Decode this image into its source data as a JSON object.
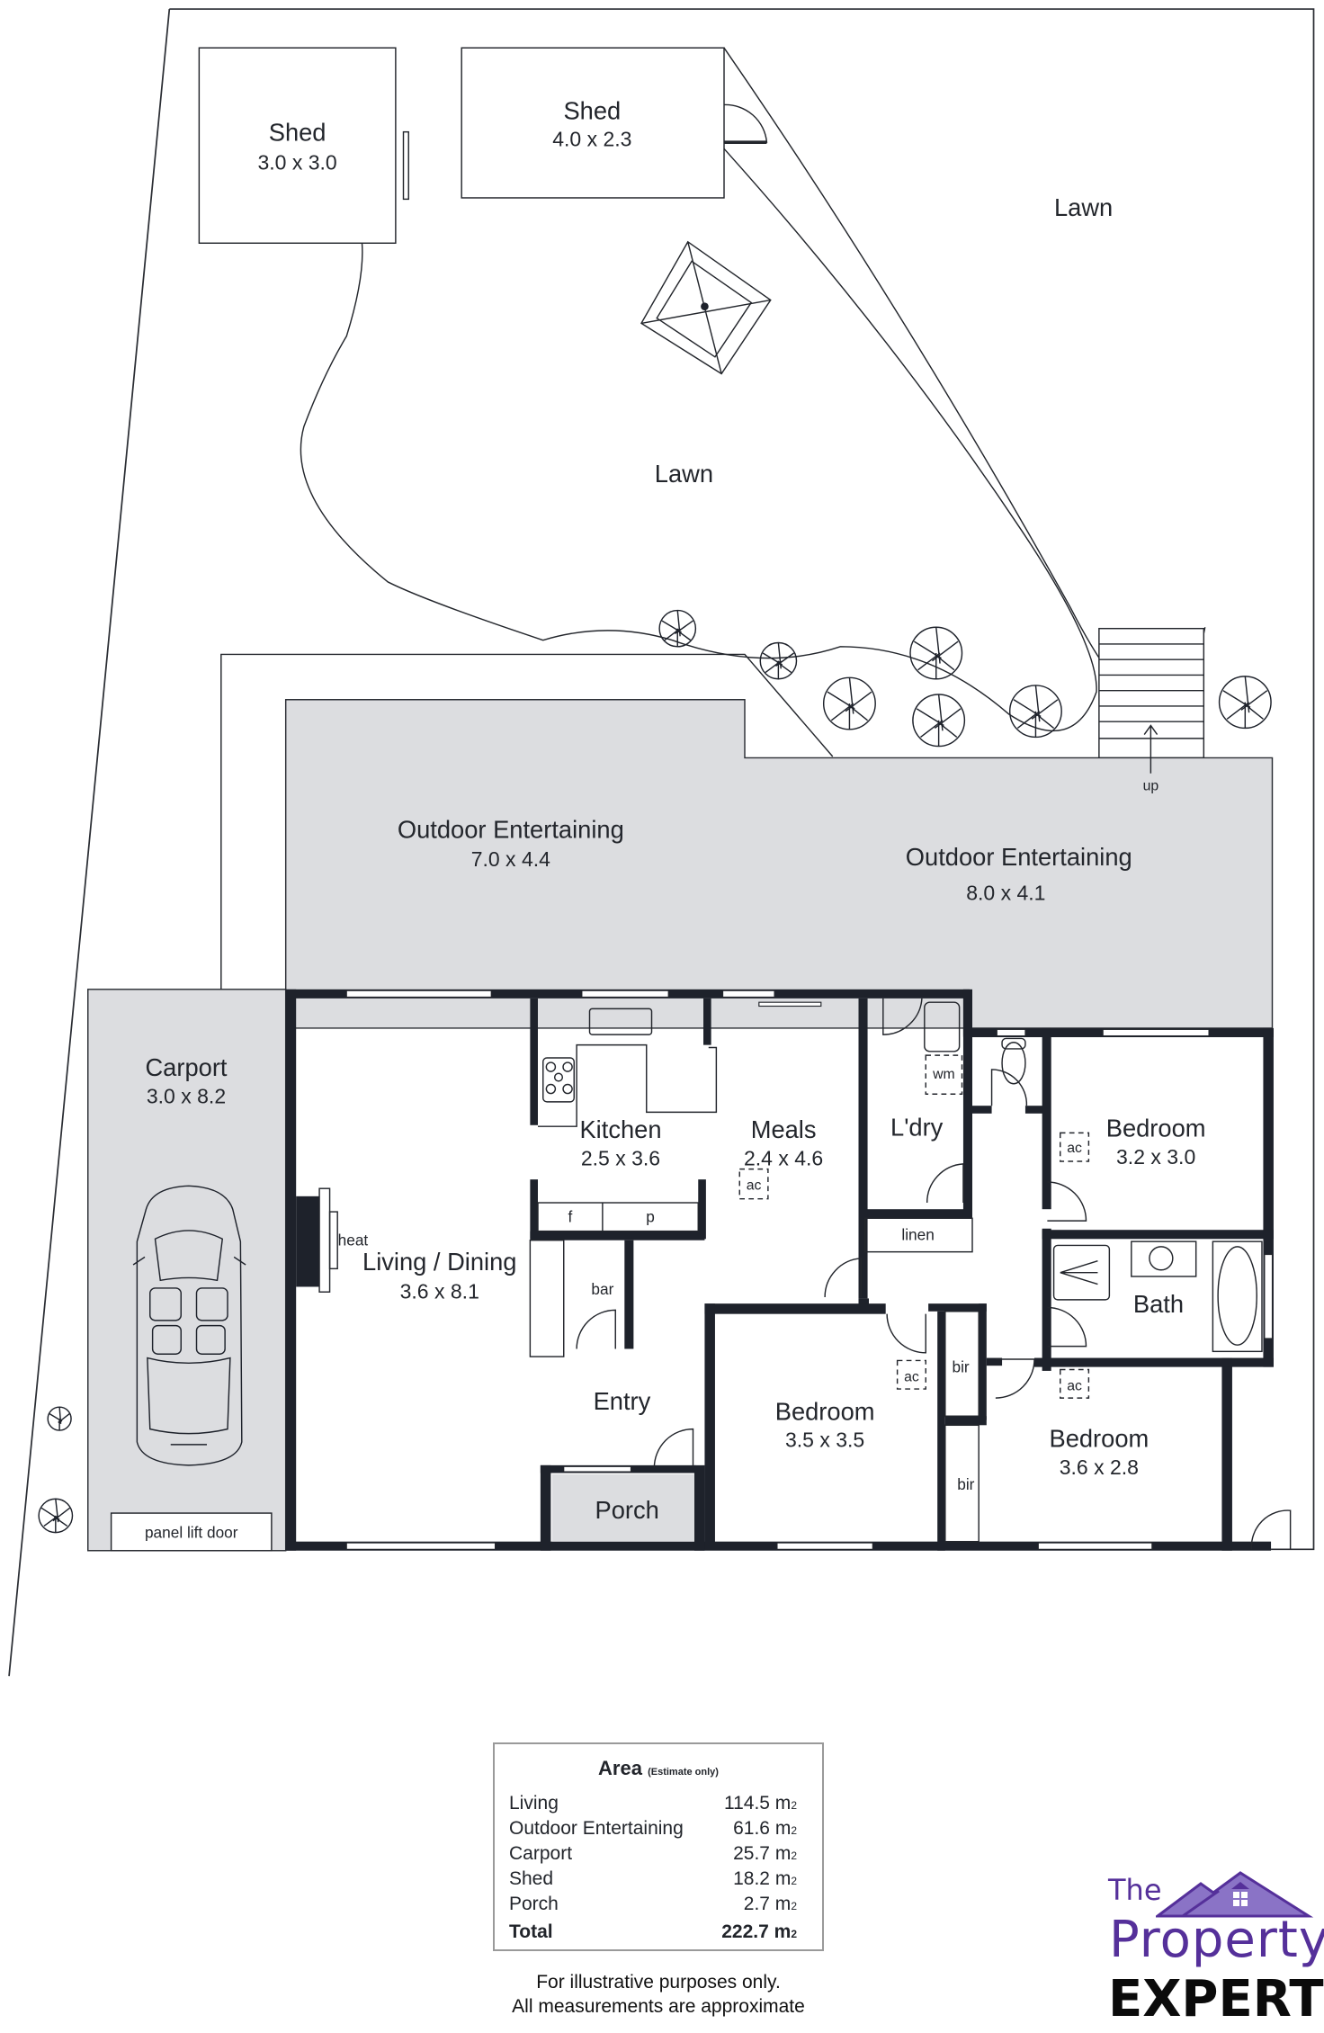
{
  "plan": {
    "rooms": {
      "shed_1": {
        "name": "Shed",
        "dims": "3.0 x 3.0"
      },
      "shed_2": {
        "name": "Shed",
        "dims": "4.0 x 2.3"
      },
      "lawn_1": {
        "name": "Lawn"
      },
      "lawn_2": {
        "name": "Lawn"
      },
      "outdoor_1": {
        "name": "Outdoor Entertaining",
        "dims": "7.0 x 4.4"
      },
      "outdoor_2": {
        "name": "Outdoor Entertaining",
        "dims": "8.0 x 4.1"
      },
      "carport": {
        "name": "Carport",
        "dims": "3.0 x 8.2"
      },
      "kitchen": {
        "name": "Kitchen",
        "dims": "2.5 x 3.6"
      },
      "meals": {
        "name": "Meals",
        "dims": "2.4 x 4.6"
      },
      "laundry": {
        "name": "L'dry"
      },
      "bedroom_1": {
        "name": "Bedroom",
        "dims": "3.2 x 3.0"
      },
      "living": {
        "name": "Living / Dining",
        "dims": "3.6 x 8.1"
      },
      "bath": {
        "name": "Bath"
      },
      "entry": {
        "name": "Entry"
      },
      "porch": {
        "name": "Porch"
      },
      "bedroom_2": {
        "name": "Bedroom",
        "dims": "3.5 x 3.5"
      },
      "bedroom_3": {
        "name": "Bedroom",
        "dims": "3.6 x 2.8"
      }
    },
    "fixtures": {
      "up": "up",
      "heat": "heat",
      "wm": "wm",
      "linen": "linen",
      "fridge": "f",
      "pantry": "p",
      "bar": "bar",
      "bir": "bir",
      "ac": "ac",
      "panel_lift_door": "panel lift door"
    }
  },
  "area_table": {
    "title": "Area",
    "subtitle": "(Estimate only)",
    "rows": [
      {
        "label": "Living",
        "value": "114.5 m",
        "unit_sub": "2"
      },
      {
        "label": "Outdoor Entertaining",
        "value": "61.6 m",
        "unit_sub": "2"
      },
      {
        "label": "Carport",
        "value": "25.7 m",
        "unit_sub": "2"
      },
      {
        "label": "Shed",
        "value": "18.2 m",
        "unit_sub": "2"
      },
      {
        "label": "Porch",
        "value": "2.7 m",
        "unit_sub": "2"
      }
    ],
    "total": {
      "label": "Total",
      "value": "222.7 m",
      "unit_sub": "2"
    }
  },
  "disclaimer": {
    "line1": "For illustrative purposes only.",
    "line2": "All measurements are approximate"
  },
  "logo": {
    "the": "The",
    "property": "Property",
    "experts": "EXPERTS",
    "brand_color": "#55309a"
  },
  "colors": {
    "wall": "#1e222b",
    "outdoor_fill": "#dcdde0"
  }
}
